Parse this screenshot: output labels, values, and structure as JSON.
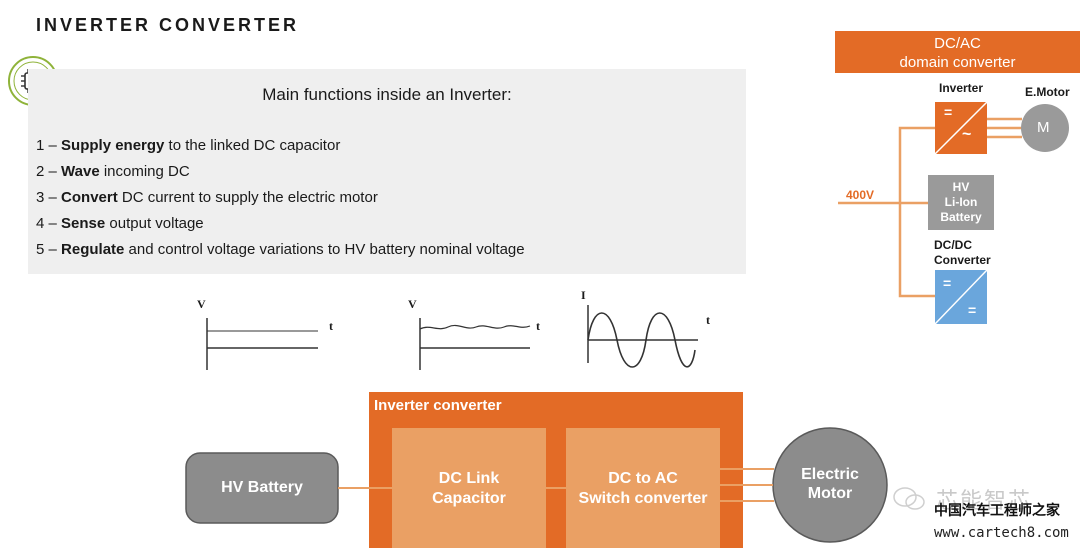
{
  "page": {
    "title": "INVERTER CONVERTER"
  },
  "functions": {
    "heading": "Main functions inside an Inverter:",
    "items": [
      {
        "prefix": "1 – ",
        "bold": "Supply energy",
        "rest": " to the linked DC capacitor"
      },
      {
        "prefix": "2 – ",
        "bold": "Wave",
        "rest": " incoming DC"
      },
      {
        "prefix": "3 – ",
        "bold": "Convert",
        "rest": " DC current to supply the electric motor"
      },
      {
        "prefix": "4 – ",
        "bold": "Sense",
        "rest": " output voltage"
      },
      {
        "prefix": "5 – ",
        "bold": "Regulate",
        "rest": " and control voltage variations to HV battery nominal voltage"
      }
    ]
  },
  "domain_diagram": {
    "header_line1": "DC/AC",
    "header_line2": "domain converter",
    "inverter_label": "Inverter",
    "inverter_symbol_top": "=",
    "inverter_symbol_bottom": "~",
    "motor_label": "E.Motor",
    "motor_symbol": "M",
    "voltage_label": "400V",
    "battery_line1": "HV",
    "battery_line2": "Li-Ion",
    "battery_line3": "Battery",
    "dcdc_line1": "DC/DC",
    "dcdc_line2": "Converter",
    "dcdc_symbol_top": "=",
    "dcdc_symbol_bottom": "="
  },
  "waveforms": {
    "graph1": {
      "y_axis": "V",
      "x_axis": "t"
    },
    "graph2": {
      "y_axis": "V",
      "x_axis": "t"
    },
    "graph3": {
      "y_axis": "I",
      "x_axis": "t"
    }
  },
  "block_diagram": {
    "container_label": "Inverter converter",
    "battery_label": "HV Battery",
    "capacitor_line1": "DC Link",
    "capacitor_line2": "Capacitor",
    "switch_line1": "DC to AC",
    "switch_line2": "Switch converter",
    "motor_line1": "Electric",
    "motor_line2": "Motor"
  },
  "watermark": {
    "brand_cn": "芯能智芯",
    "site_cn": "中国汽车工程师之家",
    "url": "www.cartech8.com"
  },
  "colors": {
    "orange": "#e36b26",
    "light_orange": "#eaa064",
    "grey": "#8c8c8c",
    "blue": "#6aa6dc",
    "panel_bg": "#efefef",
    "badge_green": "#8fb33a"
  }
}
